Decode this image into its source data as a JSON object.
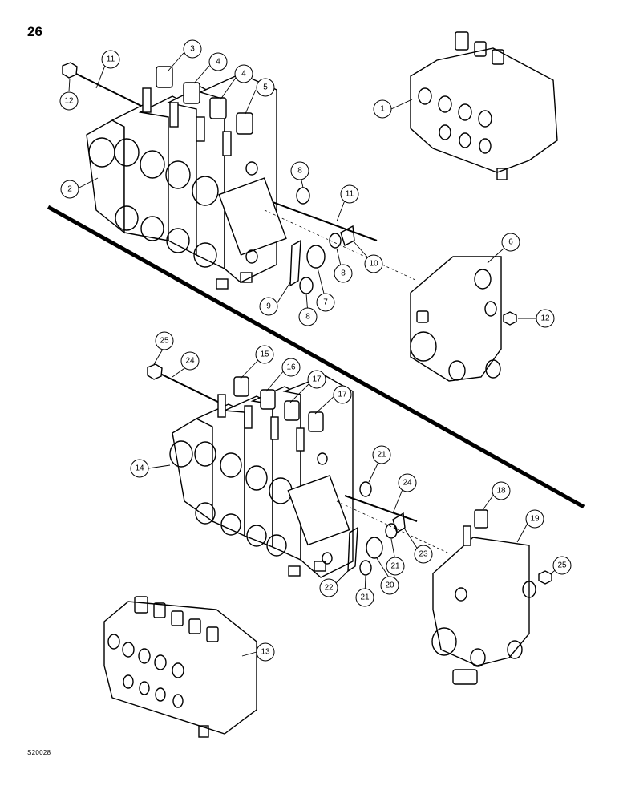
{
  "page": {
    "number": "26",
    "figure_code": "S20028"
  },
  "callouts": [
    {
      "id": "c1",
      "label": "1"
    },
    {
      "id": "c2",
      "label": "2"
    },
    {
      "id": "c3",
      "label": "3"
    },
    {
      "id": "c4a",
      "label": "4"
    },
    {
      "id": "c4b",
      "label": "4"
    },
    {
      "id": "c5",
      "label": "5"
    },
    {
      "id": "c6",
      "label": "6"
    },
    {
      "id": "c7",
      "label": "7"
    },
    {
      "id": "c8a",
      "label": "8"
    },
    {
      "id": "c8b",
      "label": "8"
    },
    {
      "id": "c8c",
      "label": "8"
    },
    {
      "id": "c9",
      "label": "9"
    },
    {
      "id": "c10",
      "label": "10"
    },
    {
      "id": "c11a",
      "label": "11"
    },
    {
      "id": "c11b",
      "label": "11"
    },
    {
      "id": "c12a",
      "label": "12"
    },
    {
      "id": "c12b",
      "label": "12"
    },
    {
      "id": "c13",
      "label": "13"
    },
    {
      "id": "c14",
      "label": "14"
    },
    {
      "id": "c15",
      "label": "15"
    },
    {
      "id": "c16",
      "label": "16"
    },
    {
      "id": "c17a",
      "label": "17"
    },
    {
      "id": "c17b",
      "label": "17"
    },
    {
      "id": "c18",
      "label": "18"
    },
    {
      "id": "c19",
      "label": "19"
    },
    {
      "id": "c20",
      "label": "20"
    },
    {
      "id": "c21a",
      "label": "21"
    },
    {
      "id": "c21b",
      "label": "21"
    },
    {
      "id": "c21c",
      "label": "21"
    },
    {
      "id": "c22",
      "label": "22"
    },
    {
      "id": "c23",
      "label": "23"
    },
    {
      "id": "c24a",
      "label": "24"
    },
    {
      "id": "c24b",
      "label": "24"
    },
    {
      "id": "c25a",
      "label": "25"
    },
    {
      "id": "c25b",
      "label": "25"
    }
  ]
}
